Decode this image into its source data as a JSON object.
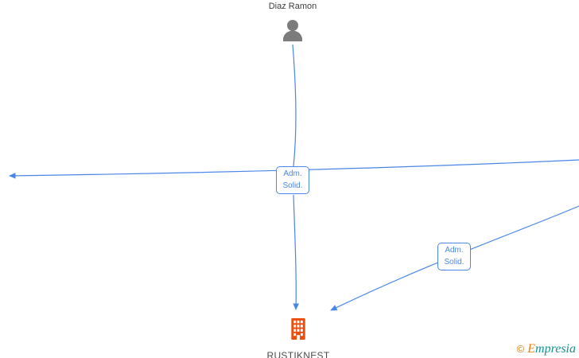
{
  "diagram": {
    "person": {
      "label": "Diaz Ramon"
    },
    "company": {
      "label": "RUSTIKNEST"
    },
    "edge_labels": [
      {
        "line1": "Adm.",
        "line2": "Solid."
      },
      {
        "line1": "Adm.",
        "line2": "Solid."
      }
    ]
  },
  "footer": {
    "copyright_symbol": "©",
    "brand_name": "Empresia"
  },
  "colors": {
    "edge_blue": "#4a86e8",
    "person_gray": "#7c7c7c",
    "building_orange": "#ea4d0c",
    "brand_teal": "#12948c",
    "brand_orange": "#e8820c"
  }
}
